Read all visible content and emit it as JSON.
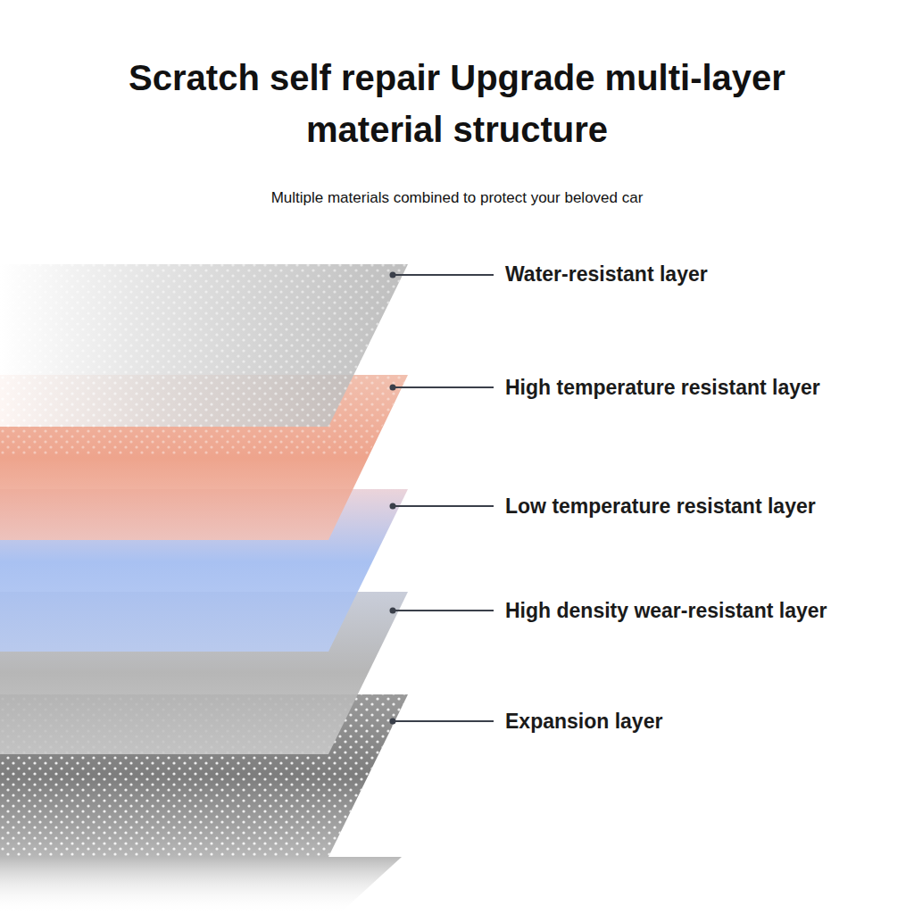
{
  "diagram": {
    "title": "Scratch self repair Upgrade multi-layer material structure",
    "labels": [
      "Multiple materials combined to protect your beloved car",
      "Water-resistant layer",
      "High temperature resistant layer",
      "Low temperature resistant layer",
      "High density wear-resistant layer",
      "Expansion layer"
    ]
  }
}
